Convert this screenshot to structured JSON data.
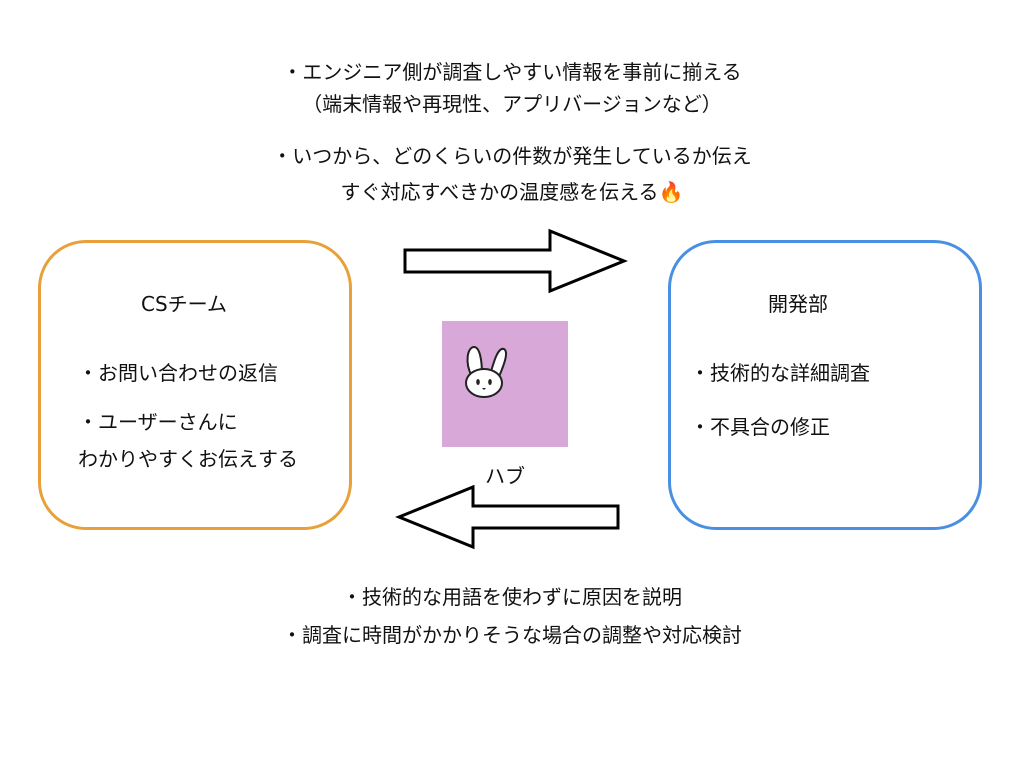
{
  "top_notes": {
    "line1": "・エンジニア側が調査しやすい情報を事前に揃える",
    "line2": "（端末情報や再現性、アプリバージョンなど）",
    "line3": "・いつから、どのくらいの件数が発生しているか伝え",
    "line4": "すぐ対応すべきかの温度感を伝える🔥"
  },
  "cs_team": {
    "title": "CSチーム",
    "item1": "・お問い合わせの返信",
    "item2_line1": "・ユーザーさんに",
    "item2_line2": "わかりやすくお伝えする",
    "border_color": "#E8A03A"
  },
  "dev_team": {
    "title": "開発部",
    "item1": "・技術的な詳細調査",
    "item2": "・不具合の修正",
    "border_color": "#4A90E2"
  },
  "hub": {
    "label": "ハブ",
    "icon": "rabbit-icon",
    "color": "#D8A8D8"
  },
  "bottom_notes": {
    "line1": "・技術的な用語を使わずに原因を説明",
    "line2": "・調査に時間がかかりそうな場合の調整や対応検討"
  }
}
